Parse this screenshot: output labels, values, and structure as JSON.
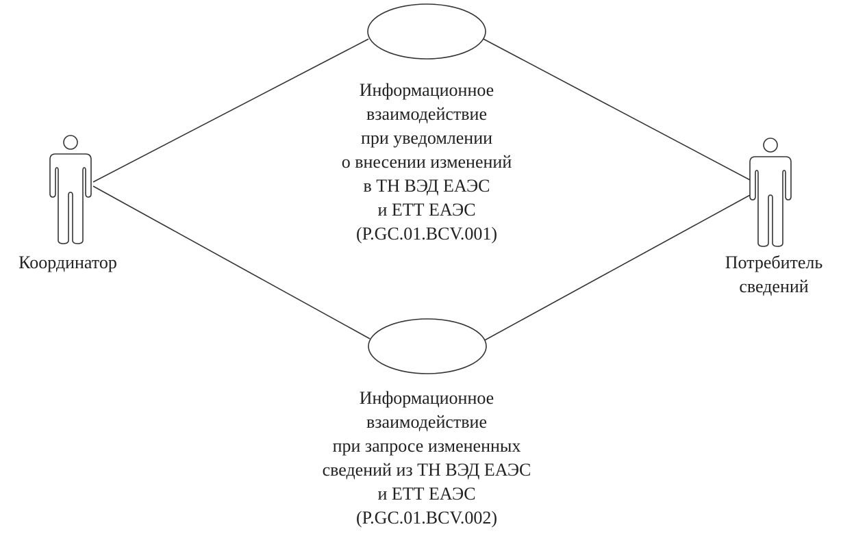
{
  "actors": {
    "coordinator": "Координатор",
    "consumer": [
      "Потребитель",
      "сведений"
    ]
  },
  "use_cases": [
    {
      "lines": [
        "Информационное",
        "взаимодействие",
        "при уведомлении",
        "о внесении изменений",
        "в ТН ВЭД ЕАЭС",
        "и ЕТТ ЕАЭС",
        "(P.GC.01.BCV.001)"
      ]
    },
    {
      "lines": [
        "Информационное",
        "взаимодействие",
        "при запросе измененных",
        "сведений из ТН ВЭД ЕАЭС",
        "и ЕТТ ЕАЭС",
        "(P.GC.01.BCV.002)"
      ]
    }
  ]
}
